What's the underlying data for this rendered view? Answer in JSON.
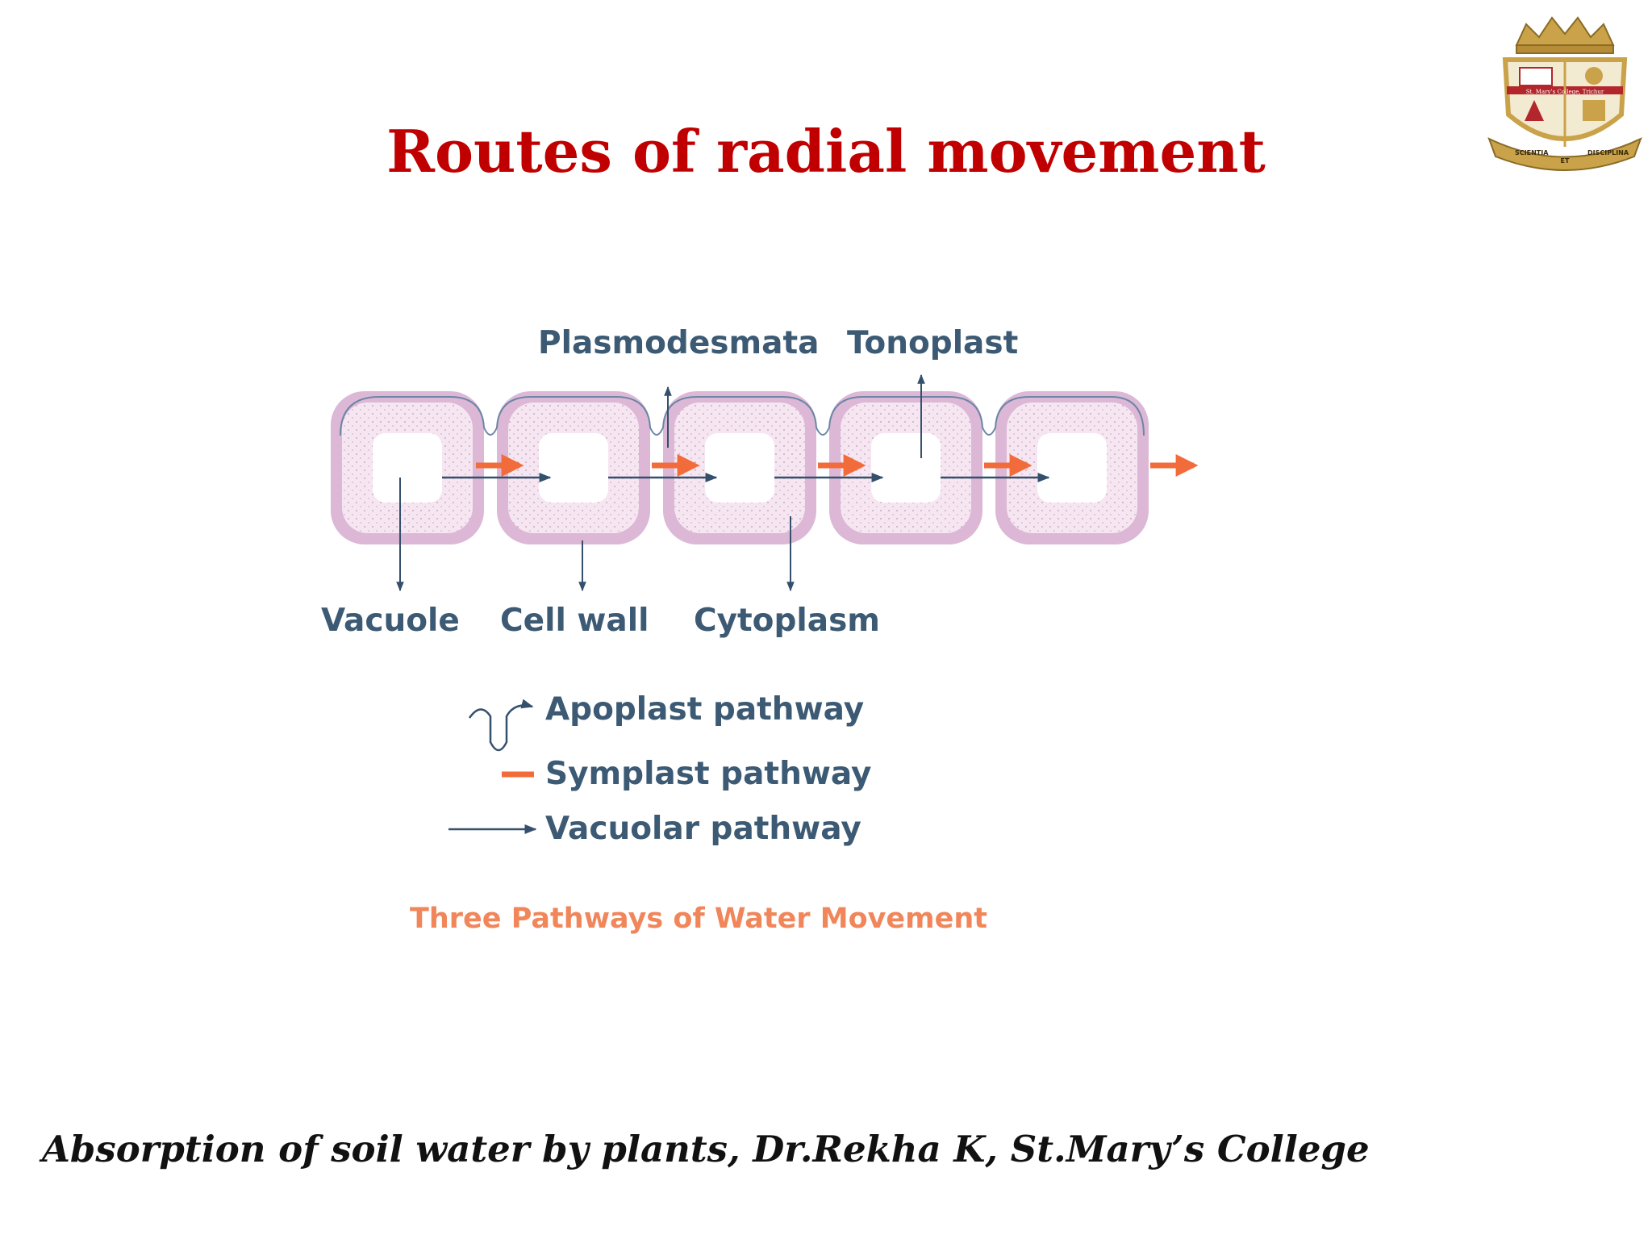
{
  "title": "Routes of radial movement",
  "footer": "Absorption of soil water by plants, Dr.Rekha K, St.Mary’s College",
  "crest": {
    "top_text": "St. Mary’s College, Trichur",
    "ribbon_left": "SCIENTIA",
    "ribbon_mid": "ET",
    "ribbon_right": "DISCIPLINA",
    "colors": {
      "gold": "#c9a24a",
      "red": "#b3262b",
      "cream": "#f3ead2"
    }
  },
  "diagram": {
    "labels": {
      "plasmodesmata": "Plasmodesmata",
      "tonoplast": "Tonoplast",
      "vacuole": "Vacuole",
      "cell_wall": "Cell wall",
      "cytoplasm": "Cytoplasm"
    },
    "legend": [
      {
        "id": "apoplast",
        "label": "Apoplast pathway"
      },
      {
        "id": "symplast",
        "label": "Symplast pathway"
      },
      {
        "id": "vacuolar",
        "label": "Vacuolar pathway"
      }
    ],
    "caption": "Three Pathways of Water Movement",
    "colors": {
      "cell_wall": "#dcb8d6",
      "cytoplasm": "#f6e6f1",
      "vacuole": "#ffffff",
      "symplast": "#f26b3a",
      "vacuolar": "#34506c",
      "apoplast": "#34506c",
      "label": "#3c5a73",
      "caption": "#f0865a"
    }
  }
}
